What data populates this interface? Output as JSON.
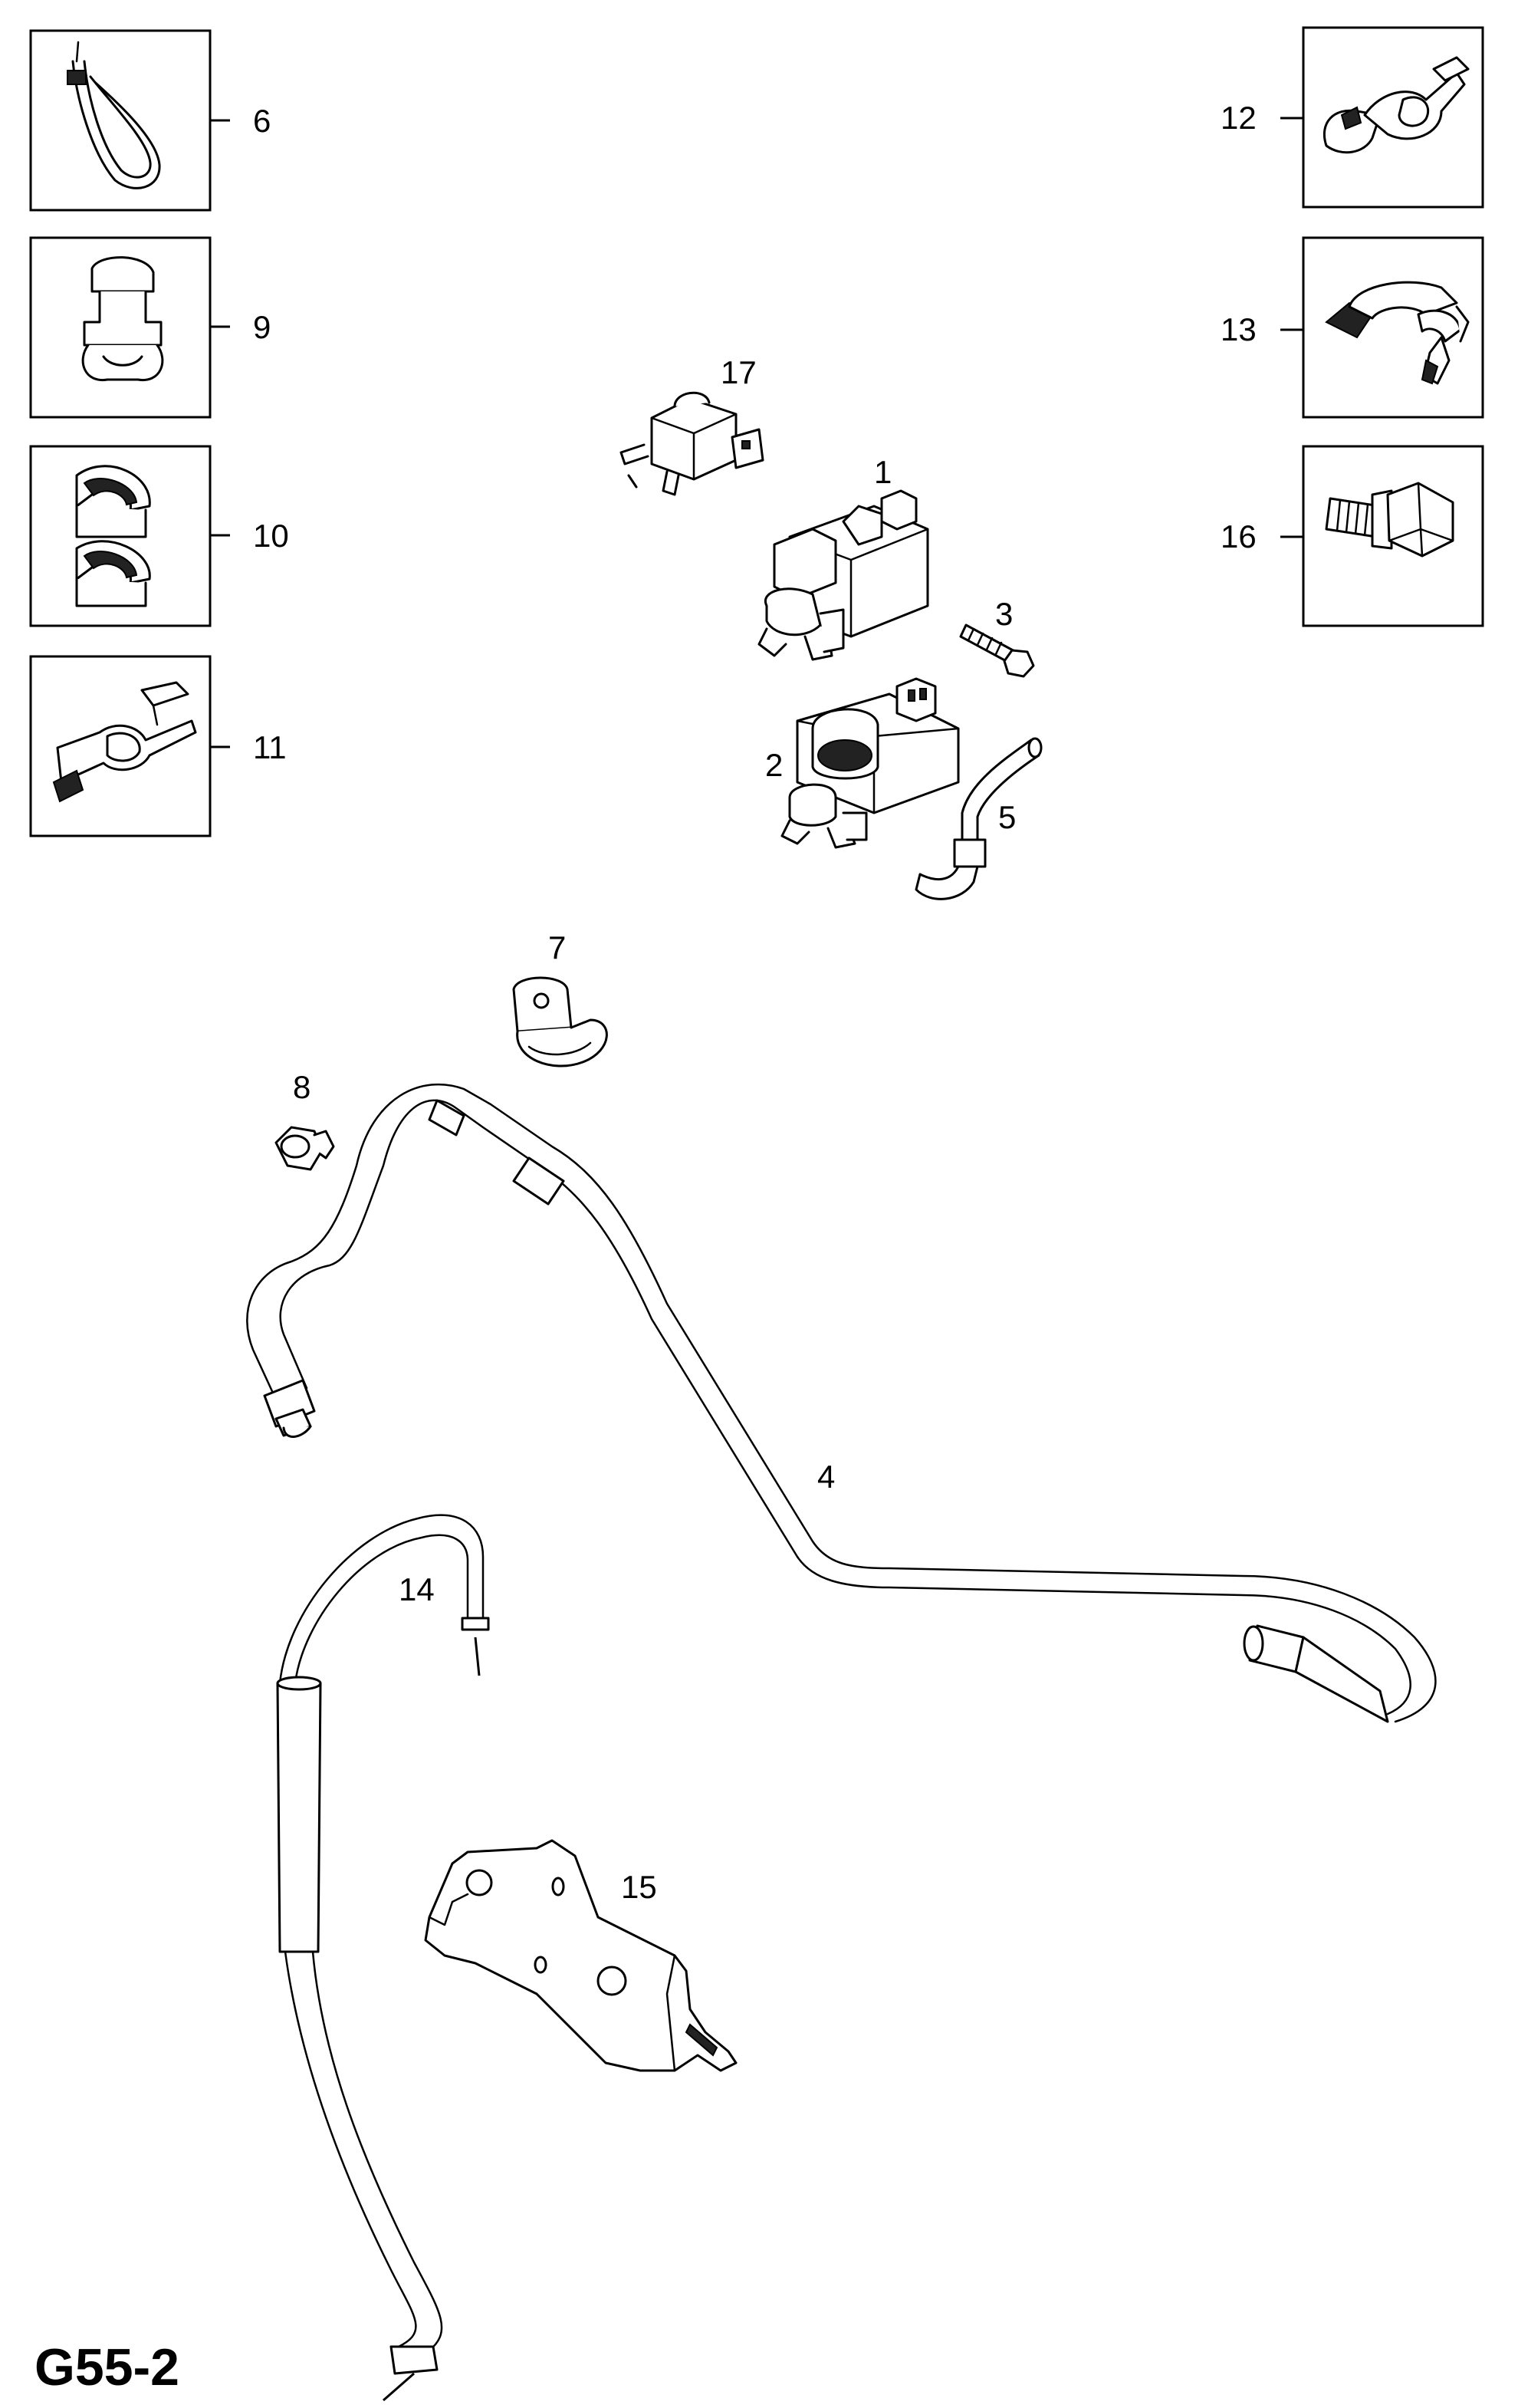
{
  "diagram_code": "G55-2",
  "labels": {
    "l1": "1",
    "l2": "2",
    "l3": "3",
    "l4": "4",
    "l5": "5",
    "l6": "6",
    "l7": "7",
    "l8": "8",
    "l9": "9",
    "l10": "10",
    "l11": "11",
    "l12": "12",
    "l13": "13",
    "l14": "14",
    "l15": "15",
    "l16": "16",
    "l17": "17"
  }
}
